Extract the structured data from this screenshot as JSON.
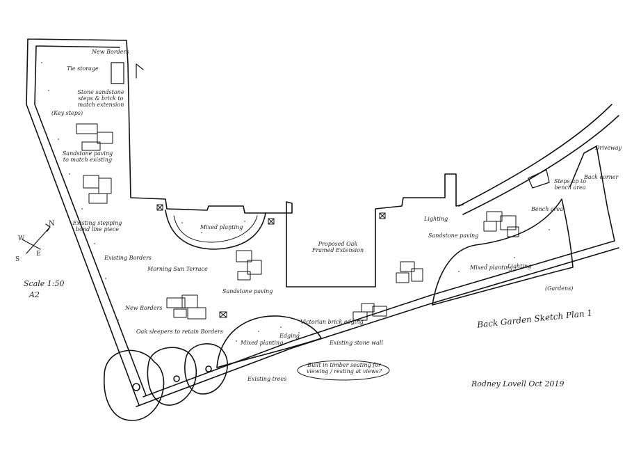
{
  "plan": {
    "title": "Back Garden Sketch Plan 1",
    "author": "Rodney Lovell  Oct 2019",
    "scale": "Scale 1:50",
    "paper": "A2",
    "compass": {
      "n": "N",
      "s": "S",
      "e": "E",
      "w": "W"
    }
  },
  "labels": {
    "new_borders_top": "New Borders",
    "store": "Tie storage",
    "steps": "Stone sandstone steps & brick to match extension",
    "key_steps": "(Key steps)",
    "sandstone_paving_left": "Sandstone paving to match existing",
    "existing_stepping": "Existing stepping bond line piece",
    "existing_borders": "Existing Borders",
    "morning_sun": "Morning Sun Terrace",
    "mixed_planting_left": "Mixed planting",
    "sandstone_paving_mid": "Sandstone paving",
    "new_borders_mid": "New Borders",
    "oak_sleepers": "Oak sleepers to retain Borders",
    "mixed_planting_bottom": "Mixed planting",
    "edging": "Edging",
    "victorian_edging": "Victorian brick edging",
    "existing_stone_wall": "Existing stone wall",
    "existing_trees": "Existing trees",
    "builtin_seating": "Built in timber seating for viewing / resting at views?",
    "proposed_extension": "Proposed Oak Framed Extension",
    "sandstone_paving_right": "Sandstone paving",
    "lighting": "Lighting",
    "mixed_planting_right": "Mixed planting",
    "lighting_right": "Lighting",
    "bench_area": "Bench area",
    "steps_to_bench": "Steps up to bench area",
    "back_corner": "Back corner",
    "driveway": "Driveway",
    "gardens": "(Gardens)"
  }
}
